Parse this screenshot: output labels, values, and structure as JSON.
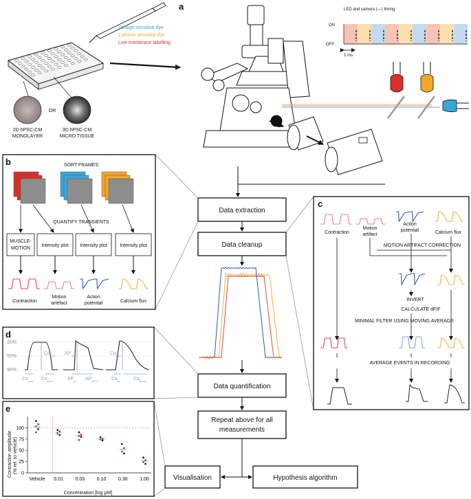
{
  "colors": {
    "voltage": "#3aa6d8",
    "calcium": "#f2a62a",
    "membrane": "#d8302a",
    "red_trace": "#e04a40",
    "pink_trace": "#e8838a",
    "blue_trace": "#2b58b8",
    "yellow_trace": "#f2b03a",
    "black_trace": "#222222",
    "grey": "#888888",
    "light_blue_ann": "#8aa1c9"
  },
  "panel_a": {
    "letter": "a",
    "dye_labels": [
      "Voltage sensitive dye",
      "Calcium sensitive dye",
      "Live membrane labelling"
    ],
    "sample_2d": [
      "2D hPSC-CM",
      "MONOLAYER"
    ],
    "or_label": "OR",
    "sample_3d": [
      "3D hPSC-CM",
      "MICRO TISSUE"
    ],
    "timing_title": "LED and camera (---) timing",
    "on_label": "ON",
    "off_label": "OFF",
    "scale_label": "1 ms"
  },
  "panel_b": {
    "letter": "b",
    "sort_frames": "SORT FRAMES",
    "quantify": "QUANTIFY TRANSIENTS",
    "muscle_motion": [
      "MUSCLE-",
      "MOTION"
    ],
    "intensity_plot": "Intensity plot",
    "outputs": [
      [
        "Contraction"
      ],
      [
        "Motion",
        "artefact"
      ],
      [
        "Action",
        "potential"
      ],
      [
        "Calcium flux"
      ]
    ]
  },
  "panel_c": {
    "letter": "c",
    "heads": [
      [
        "Contraction"
      ],
      [
        "Motion",
        "artifact"
      ],
      [
        "Action",
        "potential"
      ],
      [
        "Calcium flux"
      ]
    ],
    "steps": [
      "MOTION ARTIFACT CORRECTION",
      "INVERT",
      "CALCULATE dF/F",
      "MINIMAL FILTER USING MOVING AVERAGE",
      "AVERAGE EVENTS IN RECORDING"
    ]
  },
  "panel_d": {
    "letter": "d",
    "levels": [
      "10%",
      "50%",
      "90%"
    ],
    "ann_co_amp": "Co",
    "ann_co_amp_sub": "amp",
    "ann_ap_amp": "AP",
    "ann_ap_amp_sub": "amp",
    "ann_ca_amp": "Ca",
    "ann_ca_amp_sub": "amp",
    "ann_co_contr": "Co",
    "ann_co_contr_sub": "contr",
    "ann_co_relax": "Co",
    "ann_co_relax_sub": "relax",
    "ann_ap_up": "AP",
    "ann_ap_up_sub": "up",
    "ann_ap_apd": "AP",
    "ann_ap_apd_sub": "APD",
    "ann_ca_up": "Ca",
    "ann_ca_up_sub": "up",
    "ann_ca_decay": "Ca",
    "ann_ca_decay_sub": "decay"
  },
  "panel_e": {
    "letter": "e",
    "chart_data": {
      "type": "scatter",
      "categories": [
        "Vehicle",
        "0.01",
        "0.03",
        "0.10",
        "0.30",
        "1.00"
      ],
      "xlabel": "Concentration [log μM]",
      "ylabel": "Contraction amplitude (% rel. to vehicle)",
      "ylim": [
        0,
        125
      ],
      "yticks": [
        "0",
        "25",
        "50",
        "75",
        "100"
      ],
      "reference_line": 100,
      "points": [
        [
          115,
          108,
          103,
          97,
          90
        ],
        [
          95,
          92,
          87,
          84
        ],
        [
          90,
          85,
          82,
          80,
          73
        ],
        [
          79,
          76,
          74,
          72
        ],
        [
          64,
          55,
          47,
          43
        ],
        [
          34,
          28,
          24,
          20
        ]
      ],
      "means": [
        102,
        90,
        82,
        75,
        52,
        26
      ]
    }
  },
  "flow": {
    "data_extraction": "Data extraction",
    "data_cleanup": "Data cleanup",
    "data_quantification": "Data quantification",
    "repeat": [
      "Repeat above for all",
      "measurements"
    ],
    "visualisation": "Visualisation",
    "hypothesis": "Hypothesis algorithm"
  }
}
